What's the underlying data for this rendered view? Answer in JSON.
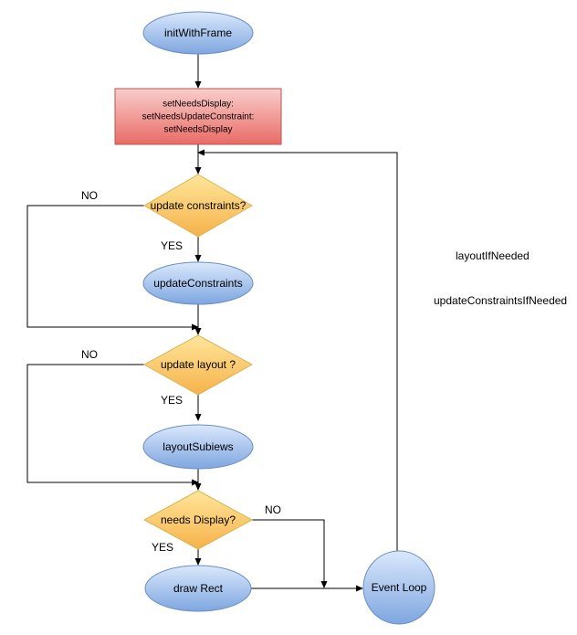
{
  "nodes": {
    "init": "initWithFrame",
    "setneeds_lines": [
      "setNeedsDisplay:",
      "setNeedsUpdateConstraint:",
      "setNeedsDisplay"
    ],
    "update_constraints_q": "update constraints?",
    "update_constraints": "updateConstraints",
    "update_layout_q": "update layout ?",
    "layout_subviews": "layoutSubiews",
    "needs_display_q": "needs Display?",
    "draw_rect": "draw Rect",
    "event_loop": "Event Loop"
  },
  "edge_labels": {
    "no1": "NO",
    "yes1": "YES",
    "no2": "NO",
    "yes2": "YES",
    "no3": "NO",
    "yes3": "YES"
  },
  "side_notes": {
    "layout_if_needed": "layoutIfNeeded",
    "update_constraints_if_needed": "updateConstraintsIfNeeded"
  },
  "colors": {
    "ellipse_fill_top": "#dae8fc",
    "ellipse_fill_bottom": "#7ea6e0",
    "ellipse_stroke": "#6c8ebf",
    "rect_fill_top": "#f8cecc",
    "rect_fill_bottom": "#ea6b66",
    "rect_stroke": "#b85450",
    "diamond_fill_top": "#fff2cc",
    "diamond_fill_bottom": "#ffd966",
    "diamond_stroke": "#d6b656"
  }
}
